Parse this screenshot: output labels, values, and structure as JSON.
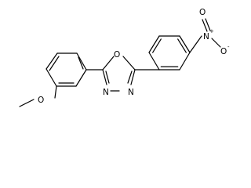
{
  "atoms": {
    "methoxy_o": "O",
    "ring_o": "O",
    "n_left": "N",
    "n_right": "N",
    "nitro_n": "N",
    "nitro_plus": "+",
    "nitro_o_top": "O",
    "nitro_o_right": "O",
    "nitro_minus": "-"
  }
}
